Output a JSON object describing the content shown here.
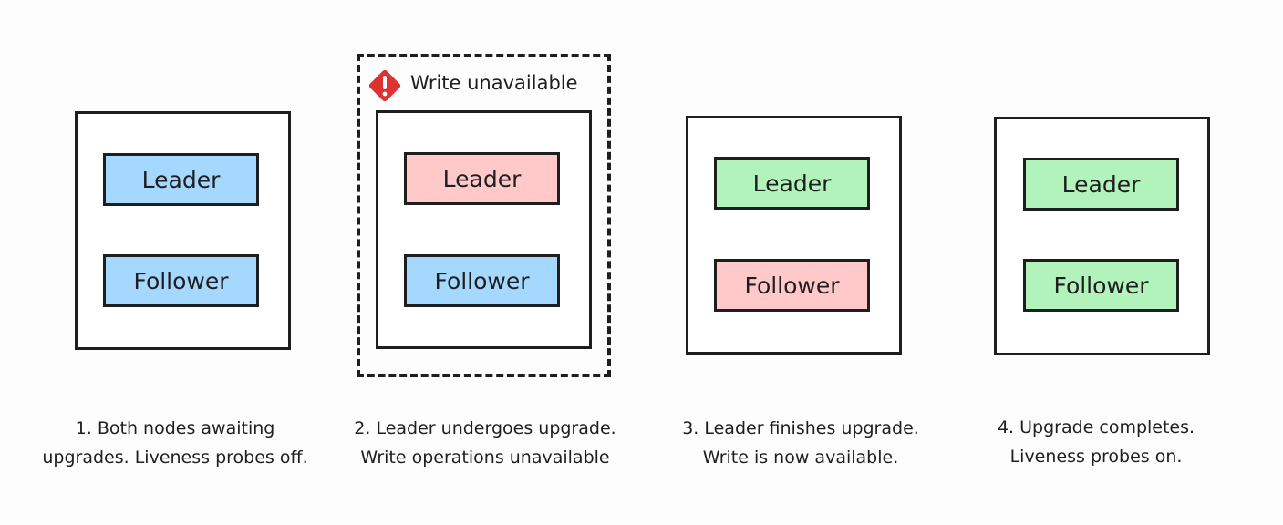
{
  "colors": {
    "pending": "#a5d8ff",
    "upgrading": "#ffc9c9",
    "done": "#b2f2bb",
    "warning": "#e03131"
  },
  "warning": {
    "icon": "warning-diamond-icon",
    "label": "Write unavailable"
  },
  "stages": [
    {
      "leader": "Leader",
      "follower": "Follower",
      "caption": [
        "1. Both nodes awaiting",
        "upgrades. Liveness probes off."
      ]
    },
    {
      "leader": "Leader",
      "follower": "Follower",
      "caption": [
        "2. Leader undergoes upgrade.",
        "Write operations unavailable"
      ]
    },
    {
      "leader": "Leader",
      "follower": "Follower",
      "caption": [
        "3. Leader finishes upgrade.",
        "Write is now available."
      ]
    },
    {
      "leader": "Leader",
      "follower": "Follower",
      "caption": [
        "4. Upgrade completes.",
        "Liveness probes on."
      ]
    }
  ]
}
